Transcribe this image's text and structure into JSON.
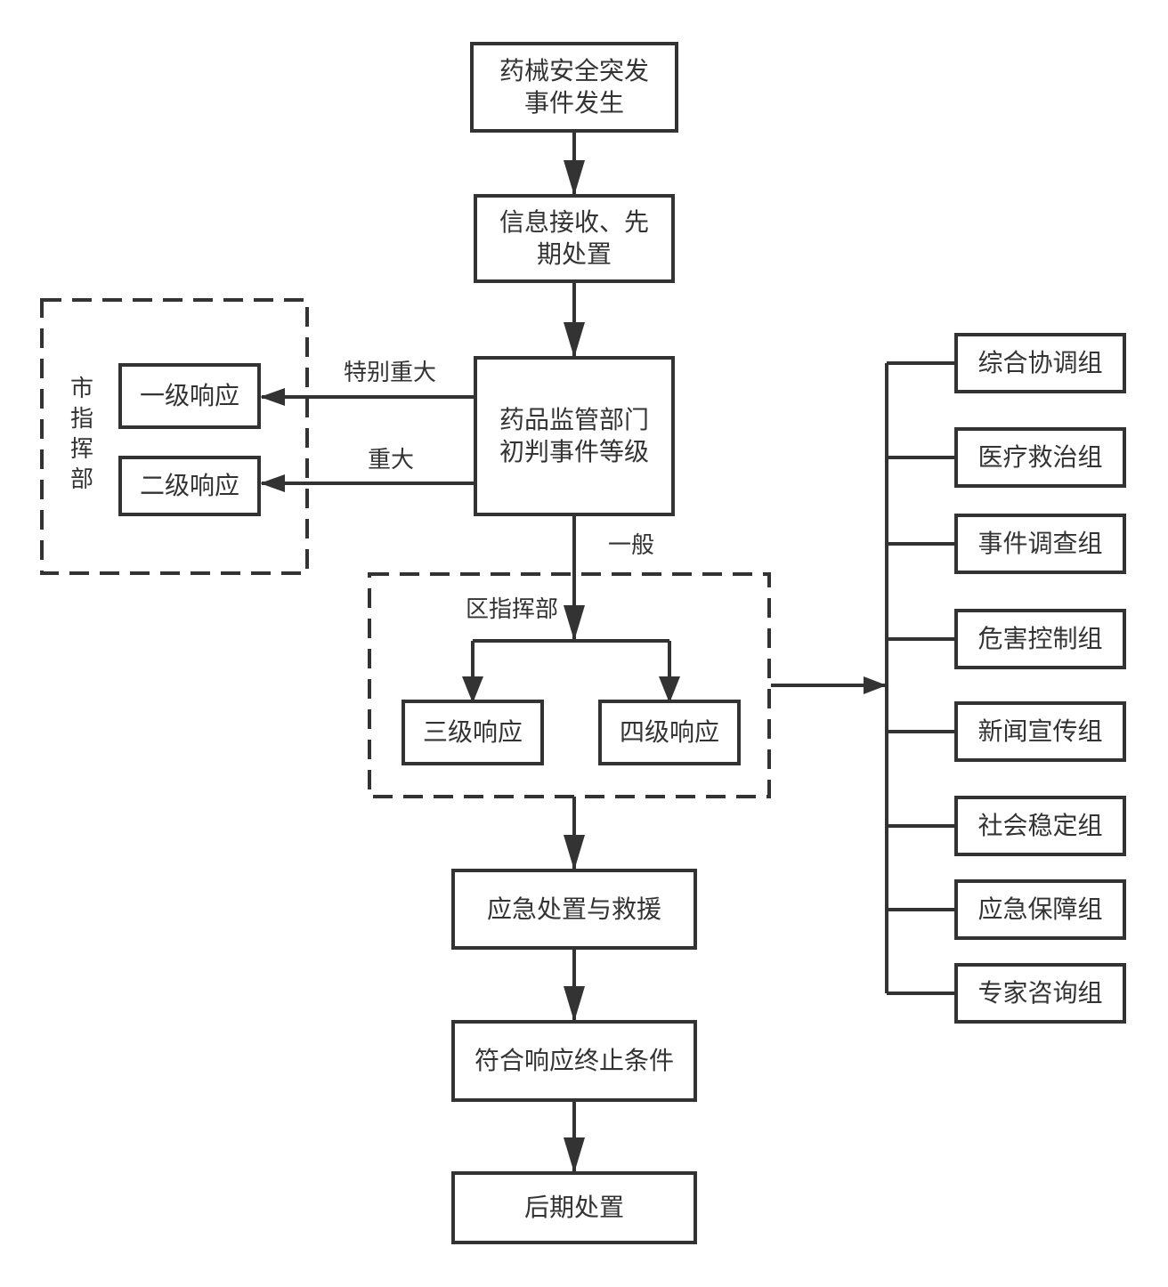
{
  "colors": {
    "stroke": "#333333",
    "background": "#ffffff"
  },
  "main_flow": {
    "event_occurs": [
      "药械安全突发",
      "事件发生"
    ],
    "info_receive": [
      "信息接收、先",
      "期处置"
    ],
    "initial_judgment": [
      "药品监管部门",
      "初判事件等级"
    ],
    "emergency_rescue": "应急处置与救援",
    "termination": "符合响应终止条件",
    "aftermath": "后期处置"
  },
  "edge_labels": {
    "especially_major": "特别重大",
    "major": "重大",
    "general": "一般"
  },
  "city_command": {
    "label": "市指挥部",
    "label_chars": [
      "市",
      "指",
      "挥",
      "部"
    ],
    "level1": "一级响应",
    "level2": "二级响应"
  },
  "district_command": {
    "label": "区指挥部",
    "level3": "三级响应",
    "level4": "四级响应"
  },
  "working_groups": [
    "综合协调组",
    "医疗救治组",
    "事件调查组",
    "危害控制组",
    "新闻宣传组",
    "社会稳定组",
    "应急保障组",
    "专家咨询组"
  ]
}
